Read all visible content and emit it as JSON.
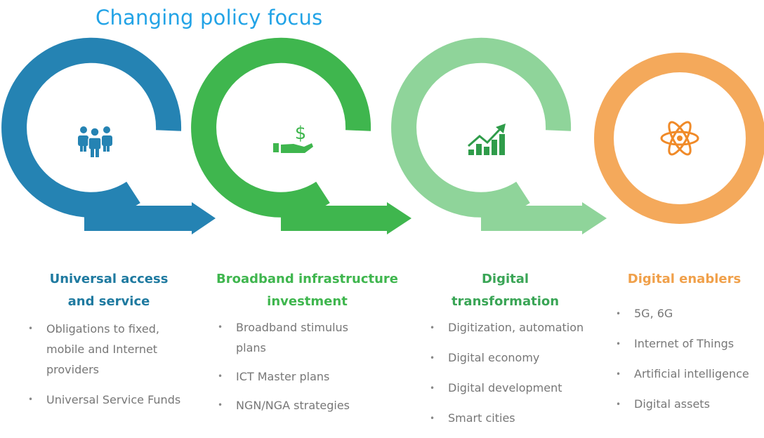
{
  "title": "Changing policy focus",
  "colors": {
    "title": "#22a3e6",
    "stage1": "#2583b3",
    "stage2": "#3fb64e",
    "stage3": "#8fd49a",
    "stage4": "#f4a95b"
  },
  "stages": [
    {
      "icon": "people-group-icon",
      "heading": [
        "Universal access",
        "and service"
      ],
      "items": [
        "Obligations to fixed, mobile and Internet providers",
        "Universal Service Funds"
      ]
    },
    {
      "icon": "hand-dollar-icon",
      "heading": [
        "Broadband infrastructure",
        "investment"
      ],
      "items": [
        "Broadband stimulus plans",
        "ICT Master plans",
        "NGN/NGA strategies"
      ]
    },
    {
      "icon": "growth-chart-icon",
      "heading": [
        "Digital",
        "transformation"
      ],
      "items": [
        "Digitization, automation",
        "Digital economy",
        "Digital development",
        "Smart cities"
      ]
    },
    {
      "icon": "atom-icon",
      "heading": [
        "Digital enablers"
      ],
      "items": [
        "5G, 6G",
        "Internet of Things",
        "Artificial intelligence",
        "Digital assets"
      ]
    }
  ]
}
